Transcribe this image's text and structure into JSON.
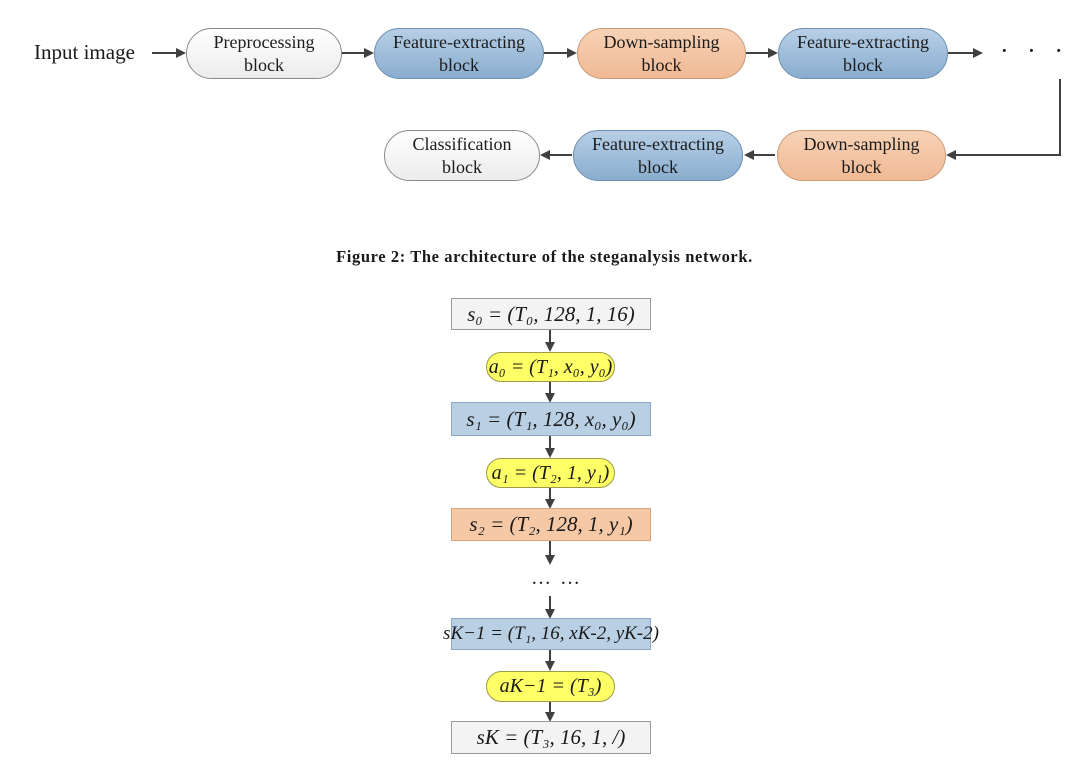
{
  "pipeline": {
    "input_label": "Input image",
    "row1": [
      {
        "label": "Preprocessing\nblock",
        "color": "white"
      },
      {
        "label": "Feature-extracting\nblock",
        "color": "blue"
      },
      {
        "label": "Down-sampling\nblock",
        "color": "orange"
      },
      {
        "label": "Feature-extracting\nblock",
        "color": "blue"
      }
    ],
    "ellipsis": "· · ·",
    "row2": [
      {
        "label": "Classification\nblock",
        "color": "white"
      },
      {
        "label": "Feature-extracting\nblock",
        "color": "blue"
      },
      {
        "label": "Down-sampling\nblock",
        "color": "orange"
      }
    ]
  },
  "caption": "Figure 2: The architecture of the steganalysis network.",
  "chain": [
    {
      "text": "s₀ = (T₀, 128, 1, 16)",
      "kind": "state",
      "color": "gray"
    },
    {
      "text": "a₀ = (T₁, x₀, y₀)",
      "kind": "action",
      "color": "yellow"
    },
    {
      "text": "s₁ = (T₁, 128, x₀, y₀)",
      "kind": "state",
      "color": "blue"
    },
    {
      "text": "a₁ = (T₂, 1, y₁)",
      "kind": "action",
      "color": "yellow"
    },
    {
      "text": "s₂ = (T₂, 128, 1, y₁)",
      "kind": "state",
      "color": "orange"
    },
    {
      "text": "… …",
      "kind": "ellipsis"
    },
    {
      "text": "sK−1 = (T₁, 16, xK-2, yK-2)",
      "kind": "state",
      "color": "blue"
    },
    {
      "text": "aK−1 = (T₃)",
      "kind": "action",
      "color": "yellow"
    },
    {
      "text": "sK = (T₃, 16, 1, /)",
      "kind": "state",
      "color": "gray"
    }
  ],
  "colors": {
    "blue_block": "#89adcf",
    "orange_block": "#f0b994",
    "yellow_action": "#ffff66",
    "arrow": "#404040"
  }
}
